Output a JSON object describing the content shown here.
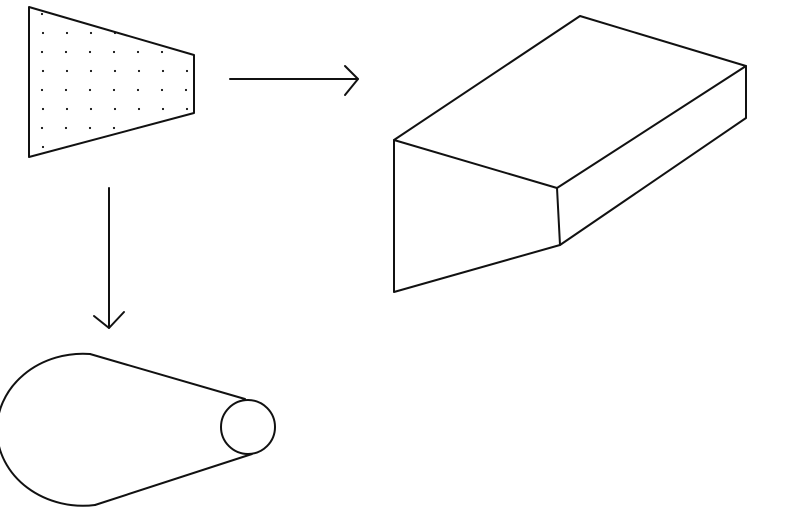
{
  "diagram": {
    "ink_color": "#111111",
    "background_color": "#ffffff",
    "elements": [
      "dotted-trapezoid",
      "arrow-right",
      "extruded-prism",
      "arrow-down",
      "tapered-solid"
    ]
  }
}
